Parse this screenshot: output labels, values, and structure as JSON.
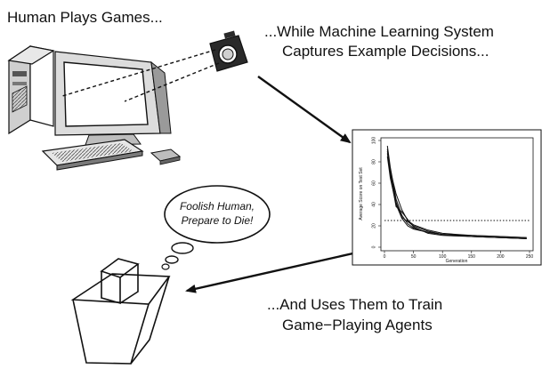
{
  "captions": {
    "human": "Human Plays Games...",
    "capture_line1": "...While Machine Learning System",
    "capture_line2": "Captures Example Decisions...",
    "train_line1": "...And Uses Them to Train",
    "train_line2": "Game−Playing Agents"
  },
  "speech_bubble": {
    "line1": "Foolish Human,",
    "line2": "Prepare to Die!"
  },
  "chart_data": {
    "type": "line",
    "xlabel": "Generation",
    "ylabel": "Average Score on Test Set",
    "xlim": [
      0,
      250
    ],
    "ylim": [
      0,
      100
    ],
    "x_ticks": [
      "0",
      "50",
      "100",
      "150",
      "200",
      "250"
    ],
    "y_ticks": [
      "0",
      "20",
      "40",
      "60",
      "80",
      "100"
    ],
    "reference_line": 25,
    "x": [
      5,
      10,
      20,
      30,
      40,
      50,
      75,
      100,
      150,
      200,
      245
    ],
    "series": [
      {
        "values": [
          95,
          75,
          45,
          30,
          22,
          18,
          14,
          12,
          10,
          9,
          8
        ]
      },
      {
        "values": [
          92,
          70,
          42,
          28,
          24,
          20,
          15,
          12,
          11,
          10,
          9
        ]
      },
      {
        "values": [
          88,
          68,
          38,
          33,
          26,
          19,
          13,
          11,
          10,
          9,
          8
        ]
      },
      {
        "values": [
          90,
          72,
          50,
          35,
          25,
          21,
          16,
          13,
          11,
          10,
          9
        ]
      },
      {
        "values": [
          85,
          65,
          40,
          27,
          20,
          17,
          14,
          12,
          10,
          9,
          8
        ]
      }
    ],
    "grid": false
  }
}
